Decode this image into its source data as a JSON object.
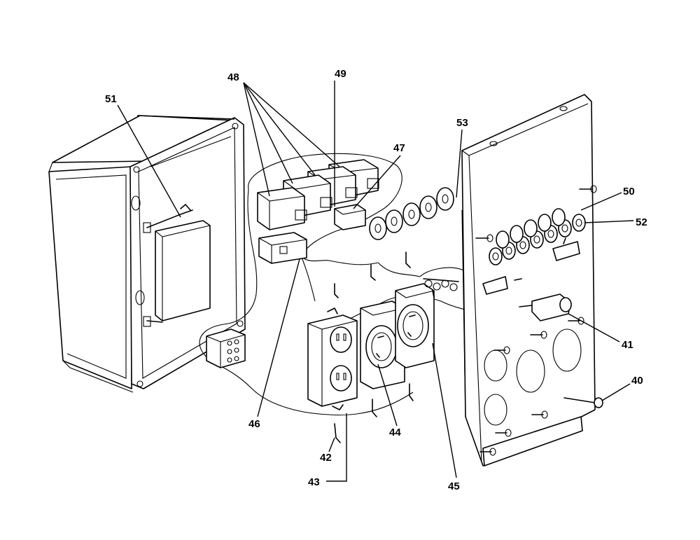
{
  "callouts": {
    "c40": "40",
    "c41": "41",
    "c42": "42",
    "c43": "43",
    "c44": "44",
    "c45": "45",
    "c46": "46",
    "c47": "47",
    "c48": "48",
    "c49": "49",
    "c50": "50",
    "c51": "51",
    "c52": "52",
    "c53": "53"
  }
}
